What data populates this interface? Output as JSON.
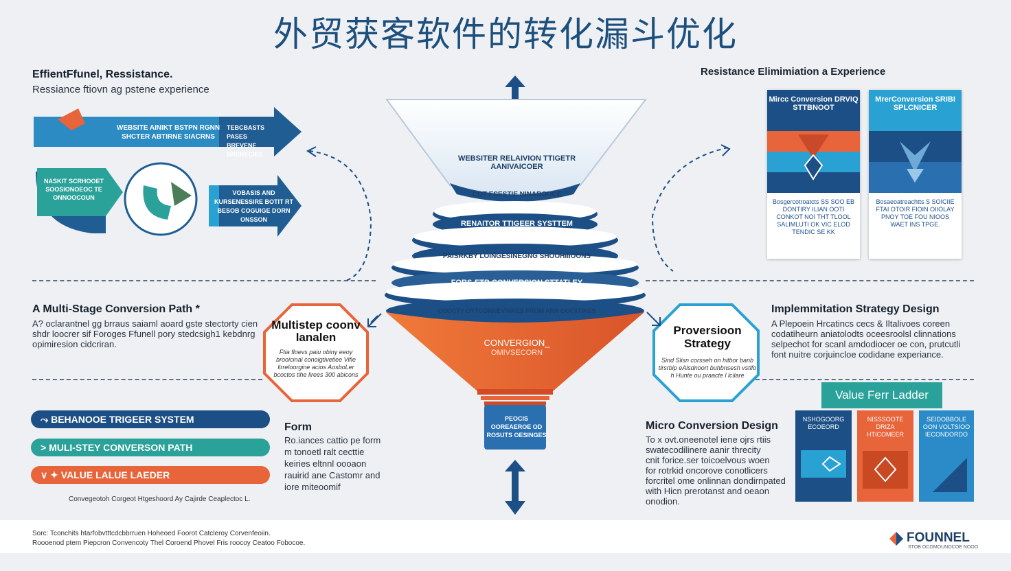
{
  "title": "外贸获客软件的转化漏斗优化",
  "left_top": {
    "heading": "EffientFfunel, Ressistance.",
    "subheading": "Ressiance ftiovn ag pstene experience",
    "arrow1_text": "WEBSITE AINIKT BSTPN RGNN SHCTER ABTIRNE SIACRNS",
    "arrow1_side": "TEBCBASTS PASES BREVENE BRERECIES",
    "arrow2_text": "NASKIT SCRHOOET SOOSIONOEOC TE ONNOOCOUN",
    "arrow3_text": "VOBASIS AND KURSENESSIRE BOTIT RT BESOB COGUIGE DORN ONSSON"
  },
  "right_top": {
    "heading": "Resistance Elimimiation a Experience",
    "card1_top": "Mircc Conversion DRVIQ STTBNOOT",
    "card1_bottom": "Bosgercotroatcts SS SOO EB DONTIRY ILIAN OOTI CONKOT NOI THT TLOOL SALIMLUTI OK VIC ELOD TENDIC SE KK",
    "card2_top": "MrerConversion SRIBI SPLCNICER",
    "card2_bottom": "Bosaeoatreachtts S SOICIIE FTAI OTOIR FIOIN OIIOLAY PNOY TOE FOU NIOOS WAET INS TPGE."
  },
  "funnel": {
    "layer1": "WEBSITER RELAIVION TTIGETR AANIVAICOER",
    "layer1b": "COT ESESTIE NINABOUCE",
    "layer2": "RENAITOR TTIGEER SYSTTEM",
    "layer3": "PAISRKBY LOINGESINEGNG SHOOHIIIOONS",
    "layer4": "FORS-ETB CONVERSION STTATLEY",
    "layer5": "COOCTY OYTCORNEVINKES FROM ARR DOCIITIKES",
    "cone1": "CONVERGION_",
    "cone2": "OMIVSECORN",
    "spout": "PEOCIS OOREAEROE OD ROSUTS OESINGES"
  },
  "left_mid": {
    "heading": "A Multi-Stage Conversion Path *",
    "text1": "A? oclarantnel gg brraus saiaml aoard gste stectorty cien",
    "text2": "shdr loocrer sif Foroges Ffunell pory stedcsigh1 kebdnrg",
    "text3": "opimiresion cidcriran.",
    "octagon_title": "Multistep coonv lanalen",
    "octagon_text": "Ftia floevs paiu obiny eeoy brooicinai conoigtivetiee Vifie lirreloorgine acios AosboLer bcoctos tihe lirees 300 abicons"
  },
  "right_mid": {
    "heading": "Implemmitation Strategy Design",
    "text1": "A Plepoein Hrcatincs cecs & Iltalivoes coreen",
    "text2": "codatiheurn aniatolodts oceesroolsl clinnations",
    "text3": "selpechot for scanl amdodiocer oe con, prutcutli",
    "text4": "font nuitre corjuincloe codidane experiance.",
    "octagon_title": "Proversioon Strategy",
    "octagon_text": "Sind Slisn corsseh on hitbor banb tlrsrbip eAlsdnoort buhbnsesh vstlfo h Hunte ou praacte l lcilare"
  },
  "legend": {
    "item1": "BEHANOOE TRIGEER SYSTEM",
    "item2": "MULI-STEY CONVERSON PATH",
    "item3": "VALUE LALUE LAEDER",
    "caption": "Convegeotoh Corgeot Htgeshoord Ay Cajirde Ceaplectoc L."
  },
  "form": {
    "heading": "Form",
    "text": "Ro.iances cattio pe form m tonoetl ralt cecttie keiries eltnnl oooaon rauirid ane Castomr and iore miteoomif"
  },
  "micro": {
    "heading": "Micro Conversion Design",
    "text1": "To x ovt.oneenotel iene ojrs rtiis",
    "text2": "swatecodilinere aanir threcity",
    "text3": "cnit forice.ser toicoelvous woen",
    "text4": "for rotrkid oncorove conotlicers",
    "text5": "forcritel ome onlinnan dondirnpated",
    "text6": "with Hicn prerotanst and oeaon",
    "text7": "onodion."
  },
  "ladder": {
    "banner": "Value Ferr Ladder",
    "card1": "NSHOGOORG ECOEORD",
    "card2": "NISSSOOTE DRIZA HTICOMEER",
    "card3": "SEIDOBBOLE OON VOLTSIOO IECONDORDO"
  },
  "footer": {
    "line1": "Sorc: Tconchits htarfobvtttcdcbbrruen Hoheoed Foorot Catcleroy Corvenfeoiin.",
    "line2": "Roooenod ptem Piepcron Convencoty Thel Coroend Phovel Fris roocoy Ceatoo Fobocoe.",
    "logo": "FOUNNEL",
    "logo_sub": "STOB OCOMOUNOCOE NOOO"
  },
  "colors": {
    "navy": "#1c4f86",
    "teal": "#2aa29a",
    "orange": "#e8643a",
    "sky": "#2aa1d3"
  }
}
